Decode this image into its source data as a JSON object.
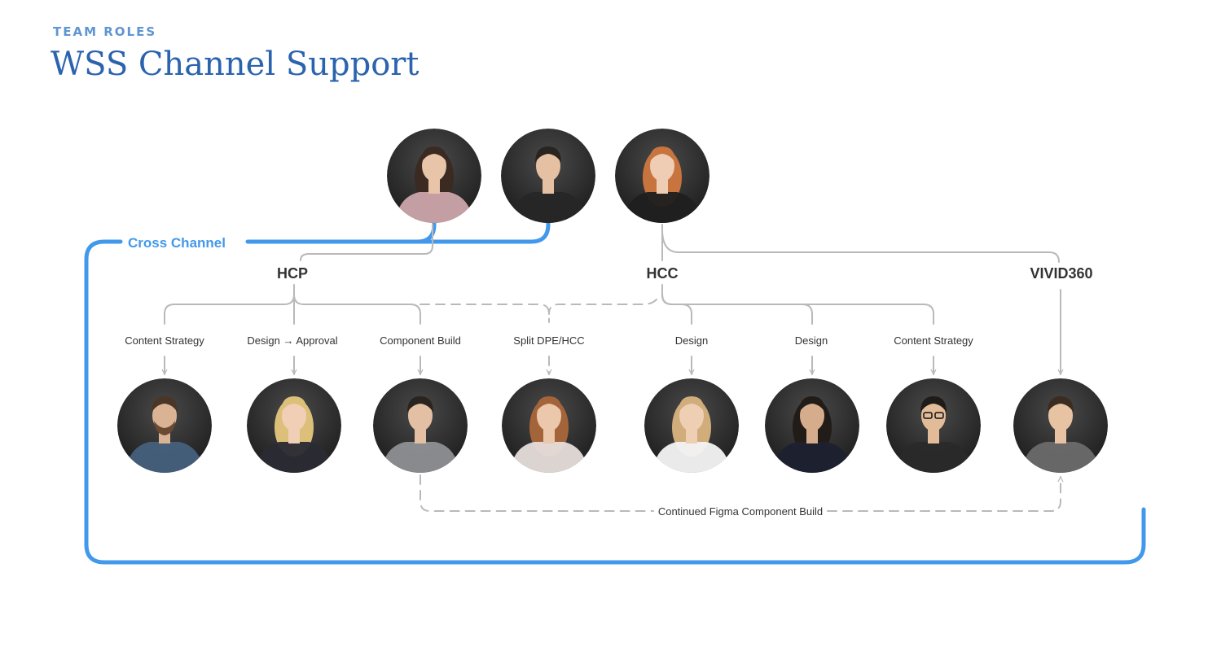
{
  "header": {
    "eyebrow": "TEAM ROLES",
    "title": "WSS Channel Support"
  },
  "cross_channel": {
    "label": "Cross Channel",
    "color": "#4299eb"
  },
  "groups": {
    "hcp": "HCP",
    "hcc": "HCC",
    "vivid360": "VIVID360"
  },
  "roles": [
    "Content Strategy",
    "Design → Approval",
    "Component Build",
    "Split DPE/HCC",
    "Design",
    "Design",
    "Content Strategy"
  ],
  "continued_label": "Continued Figma Component Build",
  "colors": {
    "connector": "#b9b9b9",
    "title": "#2b63ae",
    "eyebrow": "#5f95d1",
    "group_label": "#333333",
    "role_label": "#333333"
  }
}
